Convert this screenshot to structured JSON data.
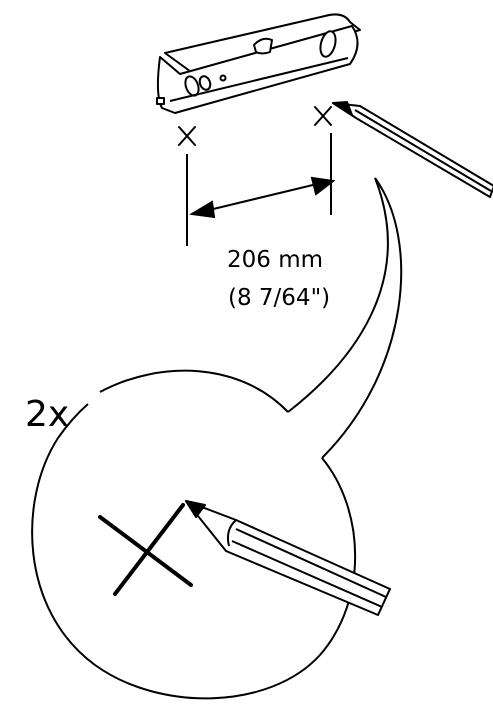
{
  "measurement": {
    "metric": "206 mm",
    "imperial": "(8 7/64\")"
  },
  "zoom_label": "2x",
  "colors": {
    "line": "#000000",
    "background": "#ffffff"
  },
  "icons": [
    "spirit-level-icon",
    "pencil-icon",
    "cross-mark-icon",
    "magnifier-callout-icon",
    "dimension-arrow-icon"
  ]
}
